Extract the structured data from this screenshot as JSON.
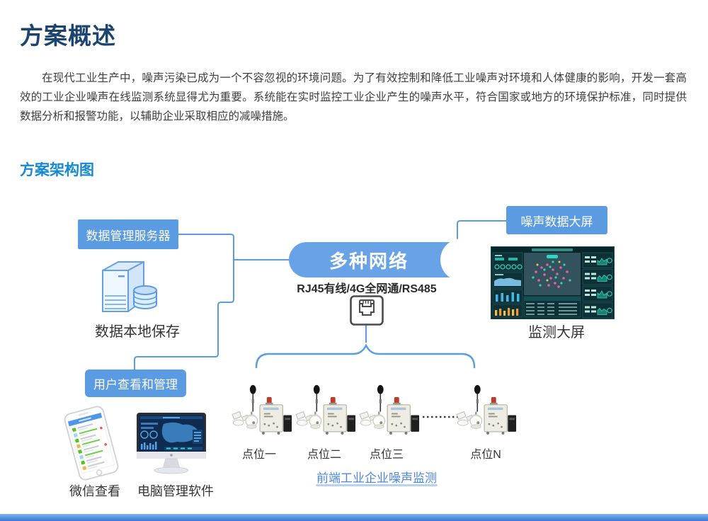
{
  "page": {
    "title": "方案概述",
    "intro": "在现代工业生产中，噪声污染已成为一个不容忽视的环境问题。为了有效控制和降低工业噪声对环境和人体健康的影响，开发一套高效的工业企业噪声在线监测系统显得尤为重要。系统能在实时监控工业企业产生的噪声水平，符合国家或地方的环境保护标准，同时提供数据分析和报警功能，以辅助企业采取相应的减噪措施。",
    "section_title": "方案架构图"
  },
  "diagram": {
    "server_label": "数据管理服务器",
    "server_caption": "数据本地保存",
    "network_label": "多种网络",
    "network_caption": "RJ45有线/4G全网通/RS485",
    "bigscreen_label": "噪声数据大屏",
    "bigscreen_caption": "监测大屏",
    "user_label": "用户查看和管理",
    "wechat_caption": "微信查看",
    "pc_caption": "电脑管理软件",
    "points": [
      "点位一",
      "点位二",
      "点位三",
      "点位N"
    ],
    "ellipsis": "··········",
    "frontend_caption": "前端工业企业噪声监测"
  },
  "colors": {
    "heading_navy": "#1c4470",
    "heading_blue": "#1589d4",
    "accent_blue": "#5b9be2",
    "cloud_blue": "#68a3e8",
    "link_blue": "#4a86e8",
    "dashboard_teal": "#2dd6c1",
    "dashboard_bg": "#09262a"
  }
}
